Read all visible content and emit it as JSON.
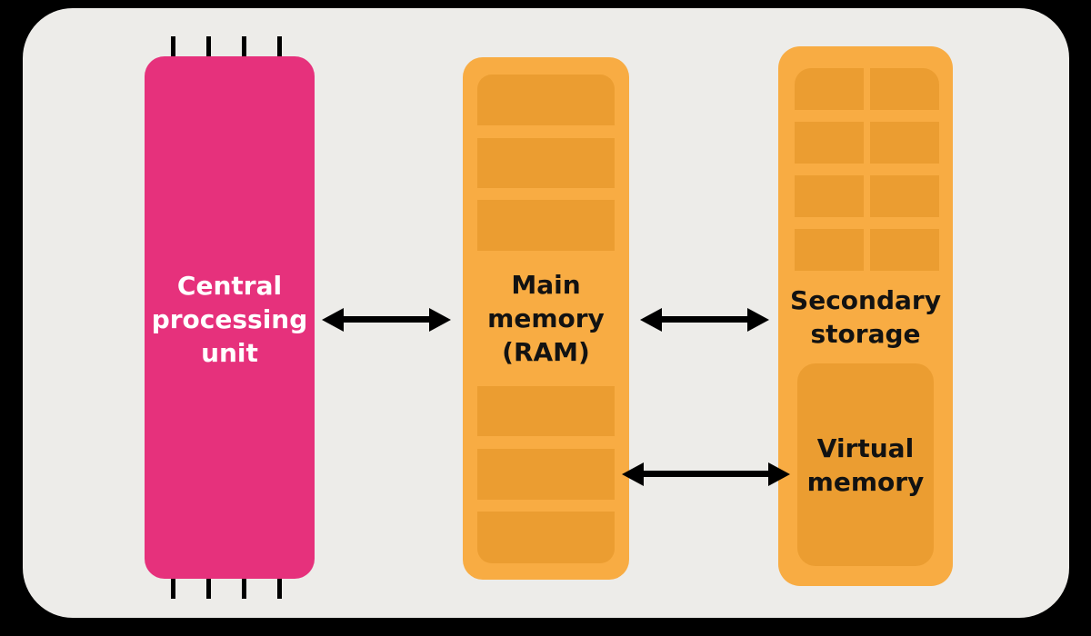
{
  "diagram": {
    "description": "Computer memory hierarchy diagram",
    "nodes": {
      "cpu": {
        "label": "Central\nprocessing\nunit"
      },
      "ram": {
        "label": "Main\nmemory\n(RAM)"
      },
      "secondary": {
        "label": "Secondary\nstorage"
      },
      "virtual": {
        "label": "Virtual\nmemory"
      }
    },
    "edges": [
      {
        "from": "Central processing unit",
        "to": "Main memory (RAM)",
        "type": "bidirectional-arrow"
      },
      {
        "from": "Main memory (RAM)",
        "to": "Secondary storage",
        "type": "bidirectional-arrow"
      },
      {
        "from": "Main memory (RAM)",
        "to": "Virtual memory",
        "type": "bidirectional-arrow"
      }
    ]
  },
  "colors": {
    "frame_bg": "#000000",
    "panel_bg": "#EDECE9",
    "cpu_fill": "#E6317C",
    "cpu_text": "#FFFFFF",
    "memory_fill": "#F8AC43",
    "memory_stripe": "#EB9D31",
    "label_text": "#121212",
    "pin_color": "#000000",
    "arrow": "#000000"
  }
}
